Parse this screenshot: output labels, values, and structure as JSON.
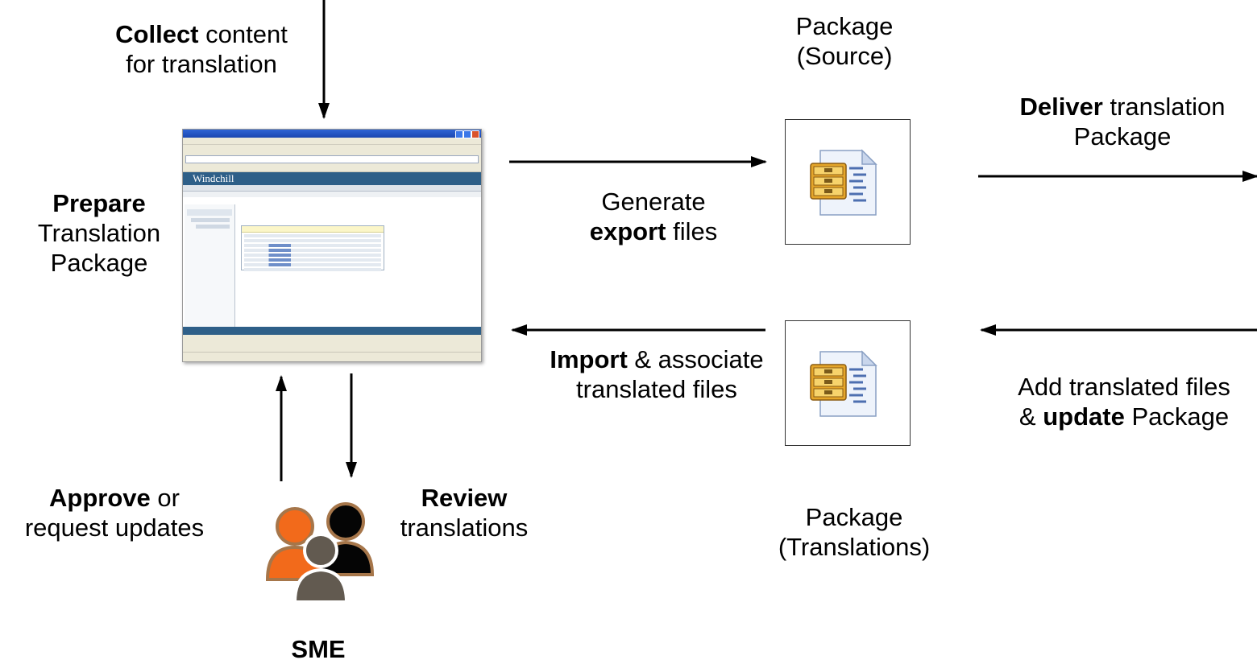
{
  "labels": {
    "collect": {
      "bold": "Collect",
      "rest": " content",
      "line2": "for translation"
    },
    "prepare": {
      "bold": "Prepare",
      "line2": "Translation",
      "line3": "Package"
    },
    "package_source": {
      "line1": "Package",
      "line2": "(Source)"
    },
    "deliver": {
      "bold": "Deliver",
      "rest": " translation",
      "line2": "Package"
    },
    "generate": {
      "line1": "Generate",
      "bold": "export",
      "rest": " files"
    },
    "import": {
      "bold": "Import",
      "rest": " & associate",
      "line2": "translated files"
    },
    "add": {
      "line1": "Add translated files",
      "pre": "& ",
      "bold": "update",
      "rest": " Package"
    },
    "approve": {
      "bold": "Approve",
      "rest": " or",
      "line2": "request updates"
    },
    "review": {
      "bold": "Review",
      "line2": "translations"
    },
    "package_translations": {
      "line1": "Package",
      "line2": "(Translations)"
    },
    "sme": "SME"
  },
  "screenshot": {
    "banner": "Windchill"
  },
  "colors": {
    "person_orange": "#f26a1b",
    "person_dark": "#050505",
    "person_gray": "#625a50",
    "person_outline": "#a6764a",
    "app_banner": "#2e5f88"
  },
  "icons": {
    "package_icon": "archive-file-icon",
    "sme_icon": "people-group-icon"
  }
}
